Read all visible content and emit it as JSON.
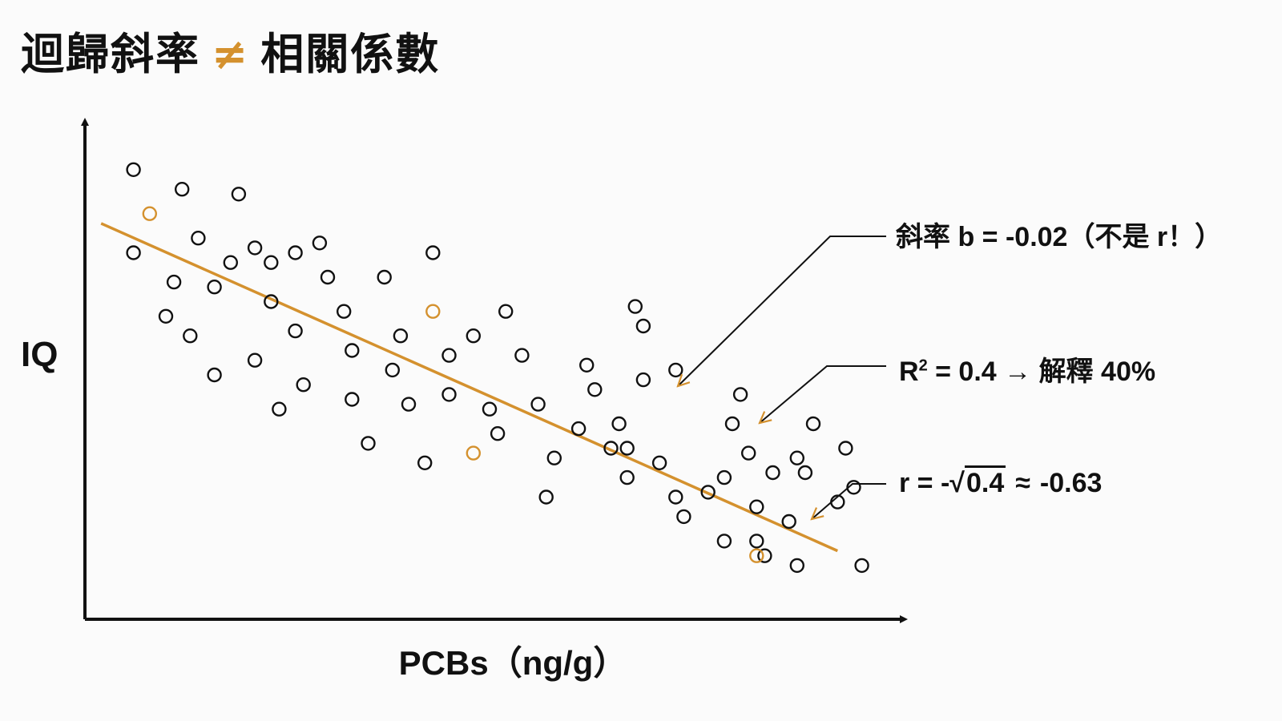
{
  "title": {
    "left": "迴歸斜率",
    "symbol": "≠",
    "right": "相關係數"
  },
  "colors": {
    "accent": "#d4912e",
    "ink": "#111111",
    "background": "#fbfbfb"
  },
  "annotations": {
    "slope": "斜率 b = -0.02（不是 r！）",
    "r2_prefix": "R",
    "r2_sup": "2",
    "r2_rest": " = 0.4 → 解釋 40%",
    "r_prefix": "r = -√",
    "r_radicand": "0.4",
    "r_approx": "≈",
    "r_value": "-0.63"
  },
  "chart_data": {
    "type": "scatter",
    "xlabel": "PCBs（ng/g）",
    "ylabel": "IQ",
    "xlim": [
      0,
      10
    ],
    "ylim": [
      0,
      10
    ],
    "ticks": false,
    "grid": false,
    "series": [
      {
        "points": [
          [
            0.6,
            9.2
          ],
          [
            1.2,
            8.8
          ],
          [
            1.9,
            8.7
          ],
          [
            2.3,
            7.3
          ],
          [
            1.4,
            7.8
          ],
          [
            1.8,
            7.3
          ],
          [
            0.6,
            7.5
          ],
          [
            1.1,
            6.9
          ],
          [
            1.0,
            6.2
          ],
          [
            1.6,
            6.8
          ],
          [
            2.1,
            7.6
          ],
          [
            2.6,
            7.5
          ],
          [
            2.9,
            7.7
          ],
          [
            3.0,
            7.0
          ],
          [
            2.3,
            6.5
          ],
          [
            1.3,
            5.8
          ],
          [
            2.6,
            5.9
          ],
          [
            1.6,
            5.0
          ],
          [
            2.1,
            5.3
          ],
          [
            2.7,
            4.8
          ],
          [
            2.4,
            4.3
          ],
          [
            3.2,
            6.3
          ],
          [
            3.3,
            5.5
          ],
          [
            3.7,
            7.0
          ],
          [
            4.3,
            7.5
          ],
          [
            3.9,
            5.8
          ],
          [
            4.5,
            5.4
          ],
          [
            3.3,
            4.5
          ],
          [
            3.8,
            5.1
          ],
          [
            4.0,
            4.4
          ],
          [
            3.5,
            3.6
          ],
          [
            4.2,
            3.2
          ],
          [
            4.8,
            5.8
          ],
          [
            5.2,
            6.3
          ],
          [
            5.4,
            5.4
          ],
          [
            4.5,
            4.6
          ],
          [
            5.0,
            4.3
          ],
          [
            5.6,
            4.4
          ],
          [
            5.8,
            3.3
          ],
          [
            5.1,
            3.8
          ],
          [
            5.7,
            2.5
          ],
          [
            6.2,
            5.2
          ],
          [
            6.3,
            4.7
          ],
          [
            6.1,
            3.9
          ],
          [
            6.5,
            3.5
          ],
          [
            6.9,
            4.9
          ],
          [
            6.8,
            6.4
          ],
          [
            6.6,
            4.0
          ],
          [
            7.3,
            5.1
          ],
          [
            6.9,
            6.0
          ],
          [
            6.7,
            3.5
          ],
          [
            7.1,
            3.2
          ],
          [
            7.3,
            2.5
          ],
          [
            6.7,
            2.9
          ],
          [
            7.4,
            2.1
          ],
          [
            8.1,
            4.6
          ],
          [
            8.0,
            4.0
          ],
          [
            7.9,
            2.9
          ],
          [
            8.2,
            3.4
          ],
          [
            8.5,
            3.0
          ],
          [
            8.3,
            2.3
          ],
          [
            7.7,
            2.6
          ],
          [
            7.9,
            1.6
          ],
          [
            8.4,
            1.3
          ],
          [
            8.9,
            3.0
          ],
          [
            8.7,
            2.0
          ],
          [
            8.8,
            1.1
          ],
          [
            9.4,
            3.5
          ],
          [
            9.5,
            2.7
          ],
          [
            9.3,
            2.4
          ],
          [
            9.0,
            4.0
          ],
          [
            9.6,
            1.1
          ],
          [
            8.3,
            1.6
          ],
          [
            8.8,
            3.3
          ]
        ],
        "color": "#111111"
      },
      {
        "points": [
          [
            0.8,
            8.3
          ],
          [
            4.3,
            6.3
          ],
          [
            4.8,
            3.4
          ],
          [
            8.3,
            1.3
          ]
        ],
        "color": "#d4912e"
      }
    ],
    "regression_line": {
      "from": [
        0.2,
        8.1
      ],
      "to": [
        9.3,
        1.4
      ],
      "color": "#d4912e"
    }
  }
}
